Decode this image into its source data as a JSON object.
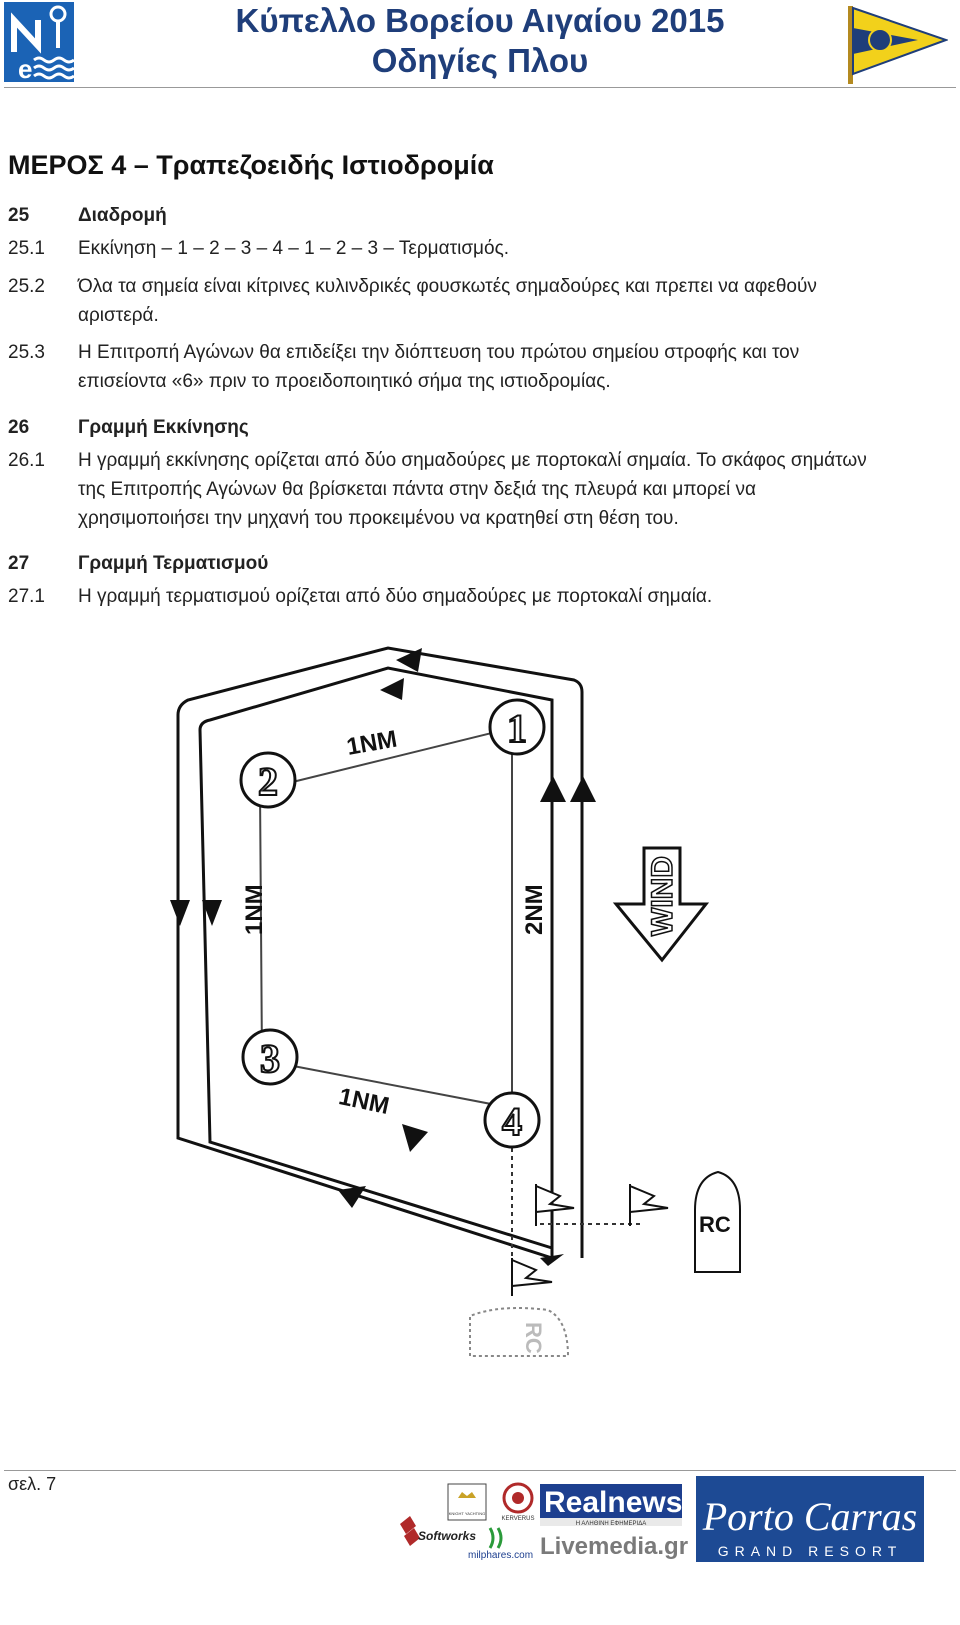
{
  "header": {
    "title_line1": "Κύπελλο Βορείου Αιγαίου 2015",
    "title_line2": "Οδηγίες Πλου",
    "left_logo_letters": "N e",
    "colors": {
      "title": "#1f3e7a",
      "logo_blue": "#1b63b5",
      "flag_yellow": "#f2d11b",
      "flag_navy": "#1f3e7a"
    }
  },
  "part_title": "ΜΕΡΟΣ 4 – Τραπεζοειδής Ιστιοδρομία",
  "sections": [
    {
      "num": "25",
      "text": "Διαδρομή"
    },
    {
      "num": "25.1",
      "text": "Εκκίνηση – 1 – 2 – 3 – 4 – 1 – 2 – 3 – Τερματισμός."
    },
    {
      "num": "25.2",
      "text_l1": "Όλα τα σημεία είναι κίτρινες κυλινδρικές φουσκωτές σημαδούρες και πρεπει να αφεθούν",
      "text_l2": "αριστερά."
    },
    {
      "num": "25.3",
      "text_l1": "Η Επιτροπή Αγώνων θα επιδείξει την διόπτευση του πρώτου σημείου στροφής και τον",
      "text_l2": "επισείοντα «6» πριν το προειδοποιητικό σήμα της ιστιοδρομίας."
    },
    {
      "num": "26",
      "text": "Γραμμή Εκκίνησης"
    },
    {
      "num": "26.1",
      "text_l1": "Η γραμμή εκκίνησης ορίζεται από δύο σημαδούρες με πορτοκαλί σημαία. Το σκάφος σημάτων",
      "text_l2": "της Επιτροπής Αγώνων θα βρίσκεται πάντα στην δεξιά της πλευρά και μπορεί να",
      "text_l3": "χρησιμοποιήσει την μηχανή του προκειμένου να κρατηθεί στη θέση του."
    },
    {
      "num": "27",
      "text": "Γραμμή Τερματισμού"
    },
    {
      "num": "27.1",
      "text": "Η γραμμή τερματισμού ορίζεται από δύο σημαδούρες με πορτοκαλί σημαία."
    }
  ],
  "diagram": {
    "marks": [
      "1",
      "2",
      "3",
      "4"
    ],
    "leg_top": "1NM",
    "leg_left": "1NM",
    "leg_right": "2NM",
    "leg_bottom": "1NM",
    "wind_label": "WIND",
    "rc_boat_label": "RC",
    "rc_boat_finish_label": "RC"
  },
  "footer": {
    "page": "σελ. 7",
    "sponsors": {
      "realnews": "Realnews",
      "realnews_sub": "Η ΑΛΗΘΙΝΗ ΕΦΗΜΕΡΙΔΑ",
      "livemedia": "Livemedia.gr",
      "softworks": "Softworks",
      "milphares": "milphares.com",
      "porto_carras": "Porto Carras",
      "porto_sub": "GRAND RESORT",
      "kerverus": "KERVERUS",
      "knight": "KNIGHT YACHTING"
    }
  }
}
